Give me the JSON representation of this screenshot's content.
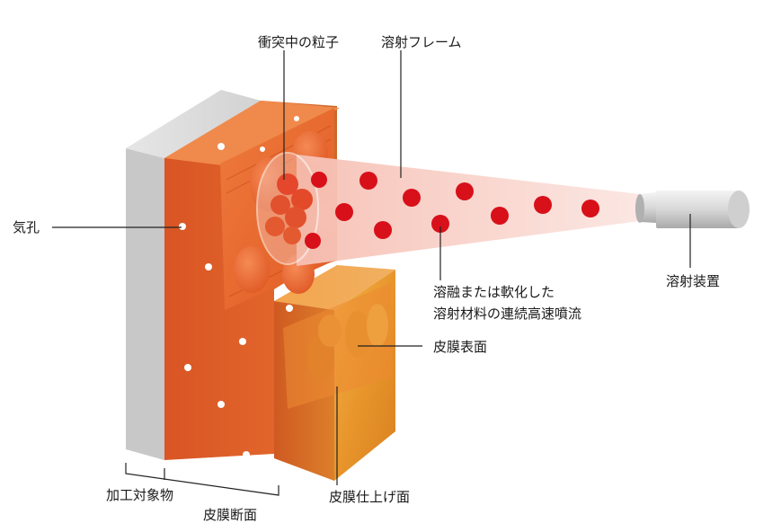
{
  "labels": {
    "colliding_particles": "衝突中の粒子",
    "spray_flame": "溶射フレーム",
    "pores": "気孔",
    "spray_device": "溶射装置",
    "stream_line1": "溶融または軟化した",
    "stream_line2": "溶射材料の連続高速噴流",
    "coating_surface": "皮膜表面",
    "workpiece": "加工対象物",
    "coating_cross_section": "皮膜断面",
    "coating_finish": "皮膜仕上げ面"
  },
  "colors": {
    "particle_red": "#d8101a",
    "flame_pink": "#f7c6bd",
    "coating_orange": "#e2632b",
    "finish_gold": "#e5962f",
    "substrate_gray": "#c9c9c9"
  }
}
